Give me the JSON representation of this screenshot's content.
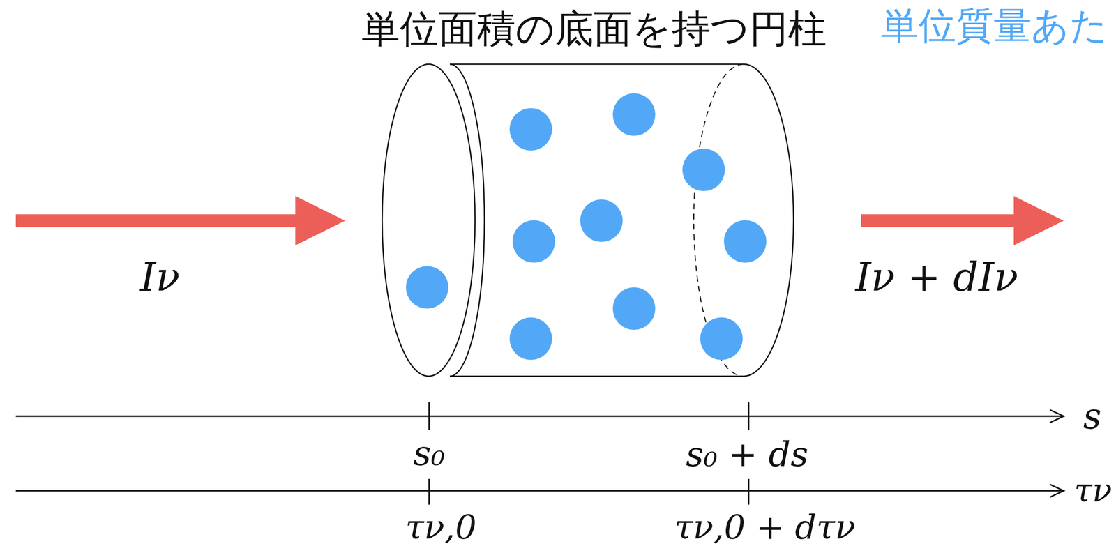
{
  "diagram": {
    "nodes": [
      {
        "text": [
          "単位面積の底面を持つ円柱"
        ]
      }
    ],
    "labels": [
      "単位質量あた",
      "Iν",
      "Iν + dIν",
      "s",
      "s₀",
      "s₀ + ds",
      "τν",
      "τν,0",
      "τν,0 + dτν"
    ]
  }
}
